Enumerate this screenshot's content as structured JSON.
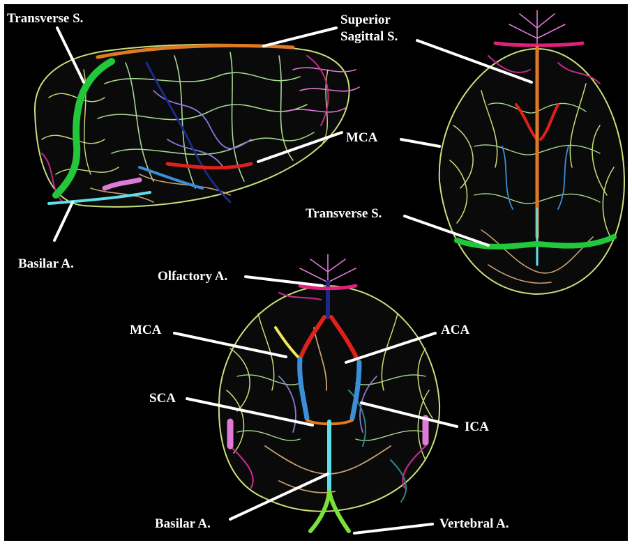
{
  "colors": {
    "background": "#000000",
    "frame": "#ffffff",
    "label_text": "#ffffff",
    "leader_line": "#ffffff",
    "sinus_orange": "#e07a22",
    "transverse_green": "#22c83a",
    "mca_red": "#e0201a",
    "ica_blue": "#3a8fd8",
    "basilar_cyan": "#5fe0e8",
    "vessel_yellow_green": "#c8e07a",
    "vessel_pale_green": "#a8d890",
    "vessel_magenta": "#c02a8a",
    "vessel_pink": "#e07ad8",
    "vessel_purple": "#8a7ad8",
    "vessel_tan": "#c8a070",
    "vessel_navy": "#1a2a8a",
    "vertebral_lime": "#7ae03a"
  },
  "icons": {
    "panel_lateral": "brain-vasculature-lateral-view",
    "panel_dorsal": "brain-vasculature-dorsal-view",
    "panel_ventral": "brain-vasculature-ventral-view"
  },
  "labels": {
    "lateral": {
      "transverse": "Transverse S.",
      "superior_line1": "Superior",
      "superior_line2": "Sagittal S.",
      "mca": "MCA",
      "basilar": "Basilar A."
    },
    "dorsal": {
      "transverse": "Transverse S."
    },
    "ventral": {
      "olfactory": "Olfactory A.",
      "mca": "MCA",
      "aca": "ACA",
      "sca": "SCA",
      "ica": "ICA",
      "basilar": "Basilar A.",
      "vertebral": "Vertebral A."
    }
  }
}
